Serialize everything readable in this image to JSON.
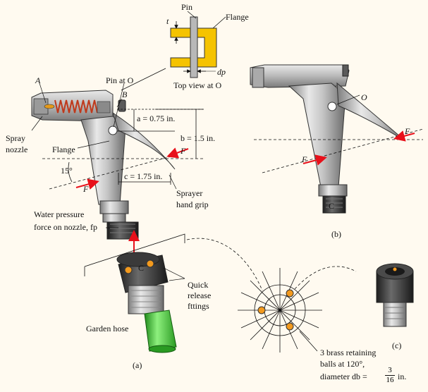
{
  "labels": {
    "pin": "Pin",
    "flange_top": "Flange",
    "t": "t",
    "dp": "dp",
    "top_view": "Top view at O",
    "pin_at_o": "Pin at O",
    "A": "A",
    "B": "B",
    "a_dim": "a = 0.75 in.",
    "b_dim": "b = 1.5 in.",
    "c_dim": "c = 1.75 in.",
    "angle": "15°",
    "F": "F",
    "spray": "Spray",
    "nozzle": "nozzle",
    "flange": "Flange",
    "sprayer": "Sprayer",
    "hand_grip": "hand grip",
    "water_pressure": "Water pressure",
    "force_on_nozzle": "force on nozzle, fp",
    "C": "C",
    "O": "O",
    "quick": "Quick",
    "release": "release",
    "fittings": "fttings",
    "garden_hose": "Garden hose",
    "fig_a": "(a)",
    "fig_b": "(b)",
    "fig_c": "(c)",
    "balls_1": "3 brass retaining",
    "balls_2": "balls at 120°,",
    "balls_3": "diameter db =",
    "frac_num": "3",
    "frac_den": "16",
    "in": "in."
  },
  "colors": {
    "background": "#fffaf0",
    "flange_yellow": "#f5c300",
    "force_red": "#e8101a",
    "ball_orange": "#f39a1e",
    "hose_green": "#4cc83a",
    "metal_gray": "#b9b9b9",
    "dark_gray": "#3a3a3a"
  }
}
